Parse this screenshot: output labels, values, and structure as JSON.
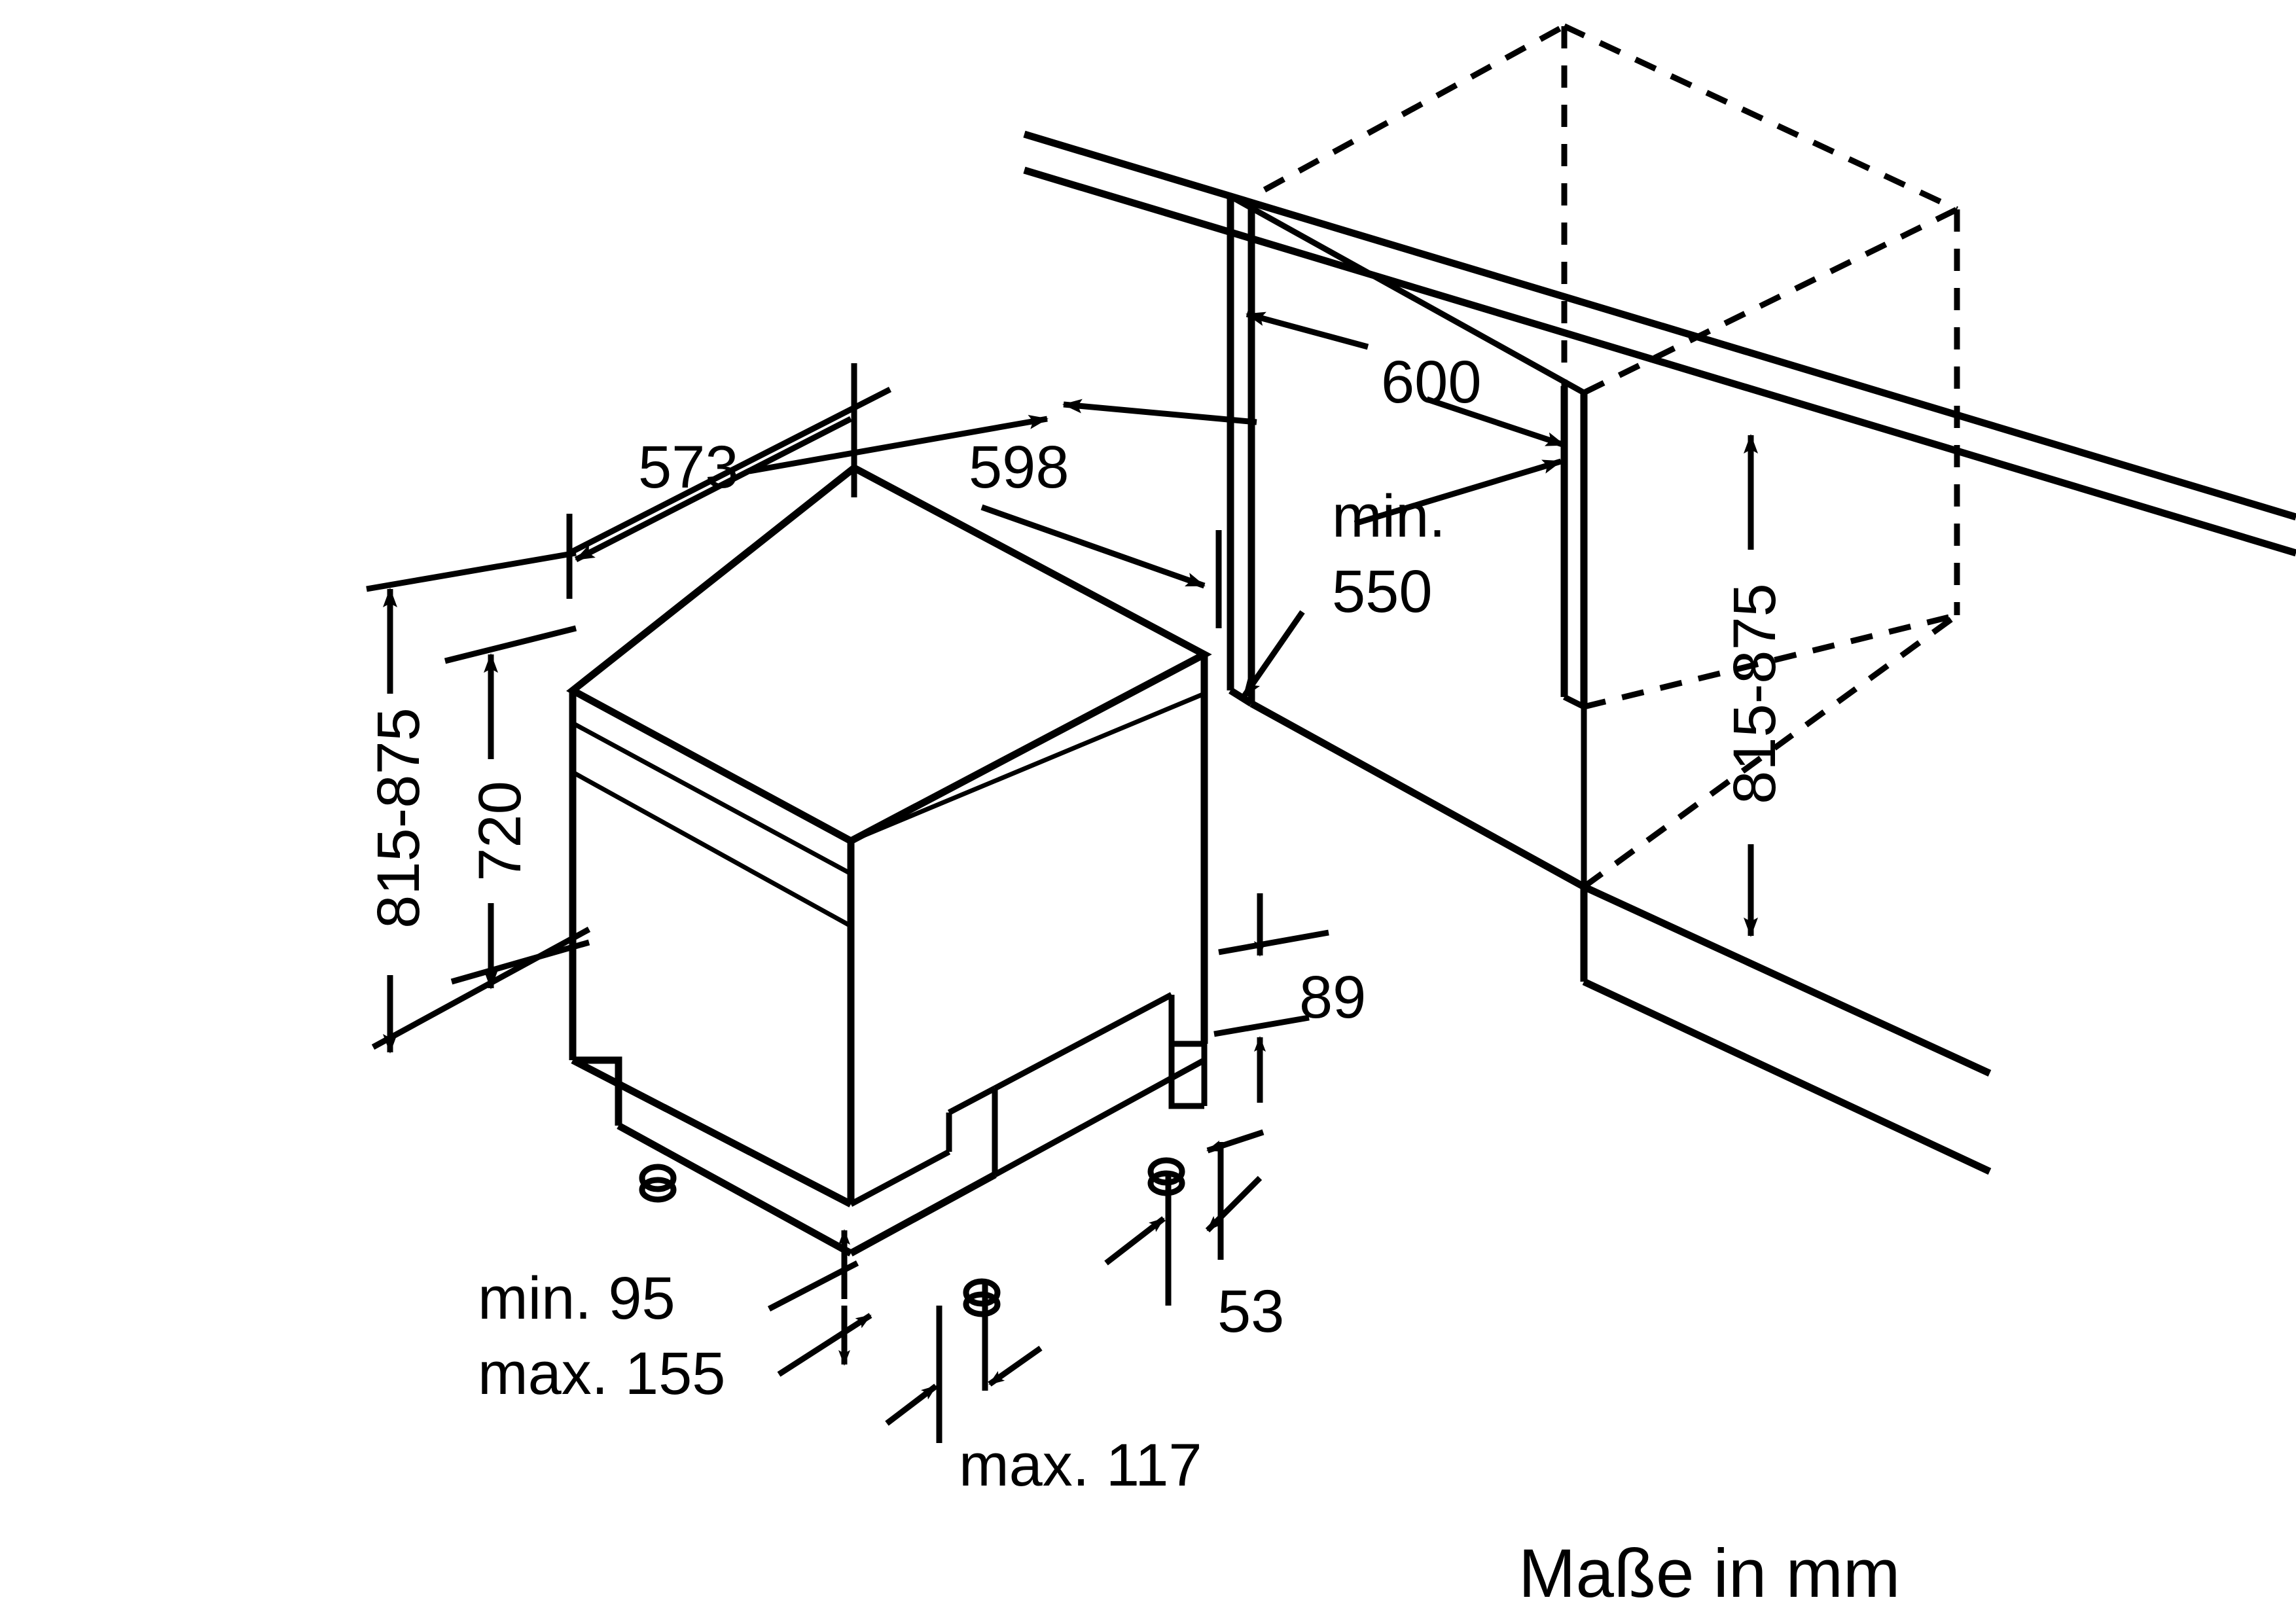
{
  "drawing": {
    "type": "installation-dimension-drawing",
    "subject": "built-under dishwasher installation niche",
    "units_caption": "Maße in mm",
    "line_color": "#000000",
    "background_color": "#ffffff"
  },
  "dimensions": {
    "appliance_depth_top": "573",
    "appliance_width_top": "598",
    "niche_height_left": "815-875",
    "appliance_body_height": "720",
    "niche_width": "600",
    "niche_depth_min": "min. 550",
    "niche_height_right": "815-875",
    "plinth_recess_height": "89",
    "plinth_offset": "53",
    "plinth_height_min": "min. 95",
    "plinth_height_max": "max. 155",
    "plinth_depth_max": "max. 117"
  },
  "labels": [
    {
      "id": "dim-573",
      "text": "573"
    },
    {
      "id": "dim-598",
      "text": "598"
    },
    {
      "id": "dim-815-875-l",
      "text": "815-875"
    },
    {
      "id": "dim-720",
      "text": "720"
    },
    {
      "id": "dim-600",
      "text": "600"
    },
    {
      "id": "dim-min-550a",
      "text": "min."
    },
    {
      "id": "dim-min-550b",
      "text": "550"
    },
    {
      "id": "dim-815-875-r",
      "text": "815-875"
    },
    {
      "id": "dim-89",
      "text": "89"
    },
    {
      "id": "dim-53",
      "text": "53"
    },
    {
      "id": "dim-min-95",
      "text": "min. 95"
    },
    {
      "id": "dim-max-155",
      "text": "max. 155"
    },
    {
      "id": "dim-max-117",
      "text": "max. 117"
    },
    {
      "id": "caption-units",
      "text": "Maße in mm"
    }
  ]
}
